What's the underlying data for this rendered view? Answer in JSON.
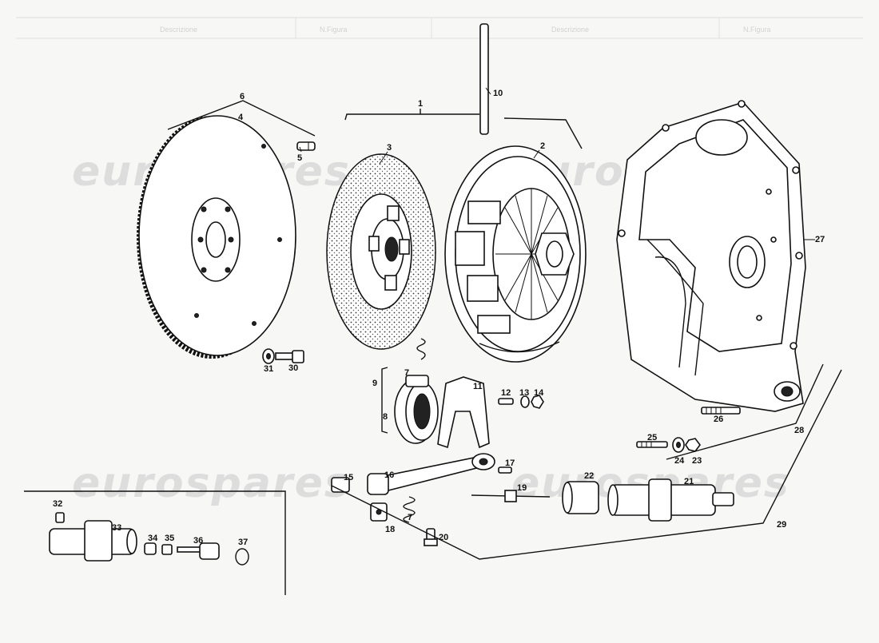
{
  "watermark": "eurospares",
  "header_ghost_text": [
    "Descrizione",
    "N.Figura",
    "Descrizione",
    "N.Figura"
  ],
  "callouts": {
    "c1": "1",
    "c2": "2",
    "c3": "3",
    "c4": "4",
    "c5": "5",
    "c6": "6",
    "c7a": "7",
    "c7b": "7",
    "c8": "8",
    "c9": "9",
    "c10": "10",
    "c11": "11",
    "c12": "12",
    "c13": "13",
    "c14": "14",
    "c15": "15",
    "c16": "16",
    "c17": "17",
    "c18": "18",
    "c19": "19",
    "c20": "20",
    "c21": "21",
    "c22": "22",
    "c23": "23",
    "c24": "24",
    "c25": "25",
    "c26": "26",
    "c27": "27",
    "c28": "28",
    "c29": "29",
    "c30": "30",
    "c31": "31",
    "c32": "32",
    "c33": "33",
    "c34": "34",
    "c35": "35",
    "c36": "36",
    "c37": "37"
  }
}
